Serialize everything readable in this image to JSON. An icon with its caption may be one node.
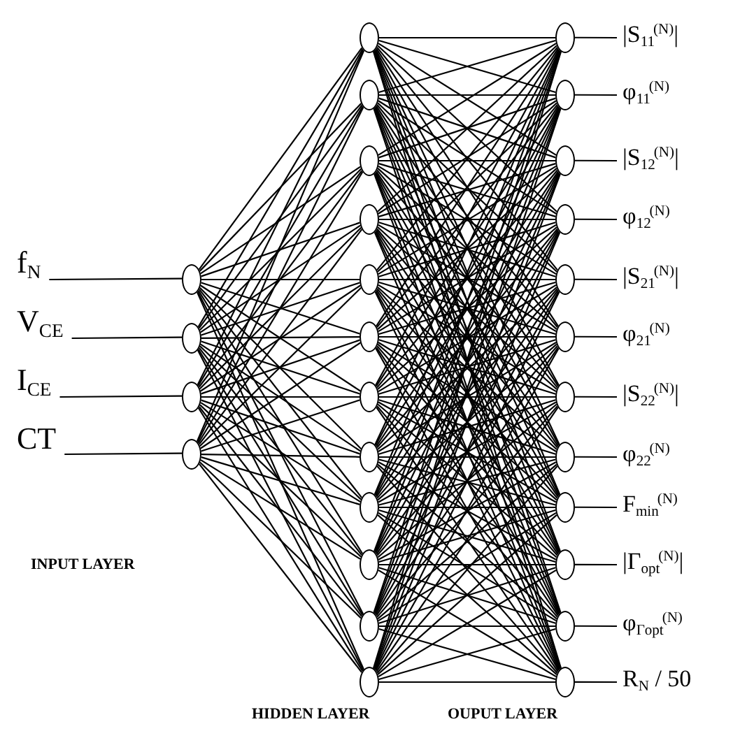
{
  "diagram": {
    "nodes": [
      {
        "text": [
          "f$_{N}$"
        ]
      },
      {
        "text": [
          "V$_{CE}$"
        ]
      },
      {
        "text": [
          "I$_{CE}$"
        ]
      },
      {
        "text": [
          "CT"
        ]
      },
      {
        "text": [],
        "shape": "circle"
      },
      {
        "text": [],
        "shape": "circle"
      },
      {
        "text": [],
        "shape": "circle"
      },
      {
        "text": [],
        "shape": "circle"
      },
      {
        "text": [],
        "shape": "circle"
      },
      {
        "text": [],
        "shape": "circle"
      },
      {
        "text": [],
        "shape": "circle"
      },
      {
        "text": [],
        "shape": "circle"
      },
      {
        "text": [],
        "shape": "circle"
      },
      {
        "text": [],
        "shape": "circle"
      },
      {
        "text": [],
        "shape": "circle"
      },
      {
        "text": [],
        "shape": "circle"
      },
      {
        "text": [],
        "shape": "circle"
      },
      {
        "text": [],
        "shape": "circle"
      },
      {
        "text": [],
        "shape": "circle"
      },
      {
        "text": [],
        "shape": "circle"
      },
      {
        "text": [],
        "shape": "circle"
      },
      {
        "text": [],
        "shape": "circle"
      },
      {
        "text": [],
        "shape": "circle"
      },
      {
        "text": [],
        "shape": "circle"
      },
      {
        "text": [],
        "shape": "circle"
      },
      {
        "text": [],
        "shape": "circle"
      },
      {
        "text": [],
        "shape": "circle"
      },
      {
        "text": [],
        "shape": "circle"
      },
      {
        "text": [],
        "shape": "circle"
      },
      {
        "text": [],
        "shape": "circle"
      },
      {
        "text": [],
        "shape": "circle"
      },
      {
        "text": [],
        "shape": "circle"
      },
      {
        "text": [
          "|S$_{11}$$^{(N)}$|"
        ]
      },
      {
        "text": [
          "φ$_{11}$$^{(N)}$"
        ]
      },
      {
        "text": [
          "|S$_{12}$$^{(N)}$|"
        ]
      },
      {
        "text": [
          "φ$_{12}$$^{(N)}$"
        ]
      },
      {
        "text": [
          "|S$_{21}$$^{(N)}$|"
        ]
      },
      {
        "text": [
          "φ$_{21}$$^{(N)}$"
        ]
      },
      {
        "text": [
          "|S$_{22}$$^{(N)}$|"
        ]
      },
      {
        "text": [
          "φ$_{22}$$^{(N)}$"
        ]
      },
      {
        "text": [
          "F$_{min}$$^{(N)}$"
        ]
      },
      {
        "text": [
          "|Γ$_{opt}$$^{(N)}$|"
        ]
      },
      {
        "text": [
          "φ$_{Γopt}$$^{(N)}$"
        ]
      },
      {
        "text": [
          "R$_{N}$ / 50"
        ]
      }
    ],
    "edges": [
      {
        "from": 0,
        "to": 4,
        "arrow": "none"
      },
      {
        "from": 1,
        "to": 5,
        "arrow": "none"
      },
      {
        "from": 2,
        "to": 6,
        "arrow": "none"
      },
      {
        "from": 3,
        "to": 7,
        "arrow": "none"
      },
      {
        "from": 4,
        "to": 8,
        "arrow": "none"
      },
      {
        "from": 4,
        "to": 9,
        "arrow": "none"
      },
      {
        "from": 4,
        "to": 10,
        "arrow": "none"
      },
      {
        "from": 4,
        "to": 11,
        "arrow": "none"
      },
      {
        "from": 4,
        "to": 12,
        "arrow": "none"
      },
      {
        "from": 4,
        "to": 13,
        "arrow": "none"
      },
      {
        "from": 4,
        "to": 14,
        "arrow": "none"
      },
      {
        "from": 4,
        "to": 15,
        "arrow": "none"
      },
      {
        "from": 4,
        "to": 16,
        "arrow": "none"
      },
      {
        "from": 4,
        "to": 17,
        "arrow": "none"
      },
      {
        "from": 4,
        "to": 18,
        "arrow": "none"
      },
      {
        "from": 4,
        "to": 19,
        "arrow": "none"
      },
      {
        "from": 5,
        "to": 8,
        "arrow": "none"
      },
      {
        "from": 5,
        "to": 9,
        "arrow": "none"
      },
      {
        "from": 5,
        "to": 10,
        "arrow": "none"
      },
      {
        "from": 5,
        "to": 11,
        "arrow": "none"
      },
      {
        "from": 5,
        "to": 12,
        "arrow": "none"
      },
      {
        "from": 5,
        "to": 13,
        "arrow": "none"
      },
      {
        "from": 5,
        "to": 14,
        "arrow": "none"
      },
      {
        "from": 5,
        "to": 15,
        "arrow": "none"
      },
      {
        "from": 5,
        "to": 16,
        "arrow": "none"
      },
      {
        "from": 5,
        "to": 17,
        "arrow": "none"
      },
      {
        "from": 5,
        "to": 18,
        "arrow": "none"
      },
      {
        "from": 5,
        "to": 19,
        "arrow": "none"
      },
      {
        "from": 6,
        "to": 8,
        "arrow": "none"
      },
      {
        "from": 6,
        "to": 9,
        "arrow": "none"
      },
      {
        "from": 6,
        "to": 10,
        "arrow": "none"
      },
      {
        "from": 6,
        "to": 11,
        "arrow": "none"
      },
      {
        "from": 6,
        "to": 12,
        "arrow": "none"
      },
      {
        "from": 6,
        "to": 13,
        "arrow": "none"
      },
      {
        "from": 6,
        "to": 14,
        "arrow": "none"
      },
      {
        "from": 6,
        "to": 15,
        "arrow": "none"
      },
      {
        "from": 6,
        "to": 16,
        "arrow": "none"
      },
      {
        "from": 6,
        "to": 17,
        "arrow": "none"
      },
      {
        "from": 6,
        "to": 18,
        "arrow": "none"
      },
      {
        "from": 6,
        "to": 19,
        "arrow": "none"
      },
      {
        "from": 7,
        "to": 8,
        "arrow": "none"
      },
      {
        "from": 7,
        "to": 9,
        "arrow": "none"
      },
      {
        "from": 7,
        "to": 10,
        "arrow": "none"
      },
      {
        "from": 7,
        "to": 11,
        "arrow": "none"
      },
      {
        "from": 7,
        "to": 12,
        "arrow": "none"
      },
      {
        "from": 7,
        "to": 13,
        "arrow": "none"
      },
      {
        "from": 7,
        "to": 14,
        "arrow": "none"
      },
      {
        "from": 7,
        "to": 15,
        "arrow": "none"
      },
      {
        "from": 7,
        "to": 16,
        "arrow": "none"
      },
      {
        "from": 7,
        "to": 17,
        "arrow": "none"
      },
      {
        "from": 7,
        "to": 18,
        "arrow": "none"
      },
      {
        "from": 7,
        "to": 19,
        "arrow": "none"
      },
      {
        "from": 8,
        "to": 20,
        "arrow": "none"
      },
      {
        "from": 8,
        "to": 21,
        "arrow": "none"
      },
      {
        "from": 8,
        "to": 22,
        "arrow": "none"
      },
      {
        "from": 8,
        "to": 23,
        "arrow": "none"
      },
      {
        "from": 8,
        "to": 24,
        "arrow": "none"
      },
      {
        "from": 8,
        "to": 25,
        "arrow": "none"
      },
      {
        "from": 8,
        "to": 26,
        "arrow": "none"
      },
      {
        "from": 8,
        "to": 27,
        "arrow": "none"
      },
      {
        "from": 8,
        "to": 28,
        "arrow": "none"
      },
      {
        "from": 8,
        "to": 29,
        "arrow": "none"
      },
      {
        "from": 8,
        "to": 30,
        "arrow": "none"
      },
      {
        "from": 8,
        "to": 31,
        "arrow": "none"
      },
      {
        "from": 9,
        "to": 20,
        "arrow": "none"
      },
      {
        "from": 9,
        "to": 21,
        "arrow": "none"
      },
      {
        "from": 9,
        "to": 22,
        "arrow": "none"
      },
      {
        "from": 9,
        "to": 23,
        "arrow": "none"
      },
      {
        "from": 9,
        "to": 24,
        "arrow": "none"
      },
      {
        "from": 9,
        "to": 25,
        "arrow": "none"
      },
      {
        "from": 9,
        "to": 26,
        "arrow": "none"
      },
      {
        "from": 9,
        "to": 27,
        "arrow": "none"
      },
      {
        "from": 9,
        "to": 28,
        "arrow": "none"
      },
      {
        "from": 9,
        "to": 29,
        "arrow": "none"
      },
      {
        "from": 9,
        "to": 30,
        "arrow": "none"
      },
      {
        "from": 9,
        "to": 31,
        "arrow": "none"
      },
      {
        "from": 10,
        "to": 20,
        "arrow": "none"
      },
      {
        "from": 10,
        "to": 21,
        "arrow": "none"
      },
      {
        "from": 10,
        "to": 22,
        "arrow": "none"
      },
      {
        "from": 10,
        "to": 23,
        "arrow": "none"
      },
      {
        "from": 10,
        "to": 24,
        "arrow": "none"
      },
      {
        "from": 10,
        "to": 25,
        "arrow": "none"
      },
      {
        "from": 10,
        "to": 26,
        "arrow": "none"
      },
      {
        "from": 10,
        "to": 27,
        "arrow": "none"
      },
      {
        "from": 10,
        "to": 28,
        "arrow": "none"
      },
      {
        "from": 10,
        "to": 29,
        "arrow": "none"
      },
      {
        "from": 10,
        "to": 30,
        "arrow": "none"
      },
      {
        "from": 10,
        "to": 31,
        "arrow": "none"
      },
      {
        "from": 11,
        "to": 20,
        "arrow": "none"
      },
      {
        "from": 11,
        "to": 21,
        "arrow": "none"
      },
      {
        "from": 11,
        "to": 22,
        "arrow": "none"
      },
      {
        "from": 11,
        "to": 23,
        "arrow": "none"
      },
      {
        "from": 11,
        "to": 24,
        "arrow": "none"
      },
      {
        "from": 11,
        "to": 25,
        "arrow": "none"
      },
      {
        "from": 11,
        "to": 26,
        "arrow": "none"
      },
      {
        "from": 11,
        "to": 27,
        "arrow": "none"
      },
      {
        "from": 11,
        "to": 28,
        "arrow": "none"
      },
      {
        "from": 11,
        "to": 29,
        "arrow": "none"
      },
      {
        "from": 11,
        "to": 30,
        "arrow": "none"
      },
      {
        "from": 11,
        "to": 31,
        "arrow": "none"
      },
      {
        "from": 12,
        "to": 20,
        "arrow": "none"
      },
      {
        "from": 12,
        "to": 21,
        "arrow": "none"
      },
      {
        "from": 12,
        "to": 22,
        "arrow": "none"
      },
      {
        "from": 12,
        "to": 23,
        "arrow": "none"
      },
      {
        "from": 12,
        "to": 24,
        "arrow": "none"
      },
      {
        "from": 12,
        "to": 25,
        "arrow": "none"
      },
      {
        "from": 12,
        "to": 26,
        "arrow": "none"
      },
      {
        "from": 12,
        "to": 27,
        "arrow": "none"
      },
      {
        "from": 12,
        "to": 28,
        "arrow": "none"
      },
      {
        "from": 12,
        "to": 29,
        "arrow": "none"
      },
      {
        "from": 12,
        "to": 30,
        "arrow": "none"
      },
      {
        "from": 12,
        "to": 31,
        "arrow": "none"
      },
      {
        "from": 13,
        "to": 20,
        "arrow": "none"
      },
      {
        "from": 13,
        "to": 21,
        "arrow": "none"
      },
      {
        "from": 13,
        "to": 22,
        "arrow": "none"
      },
      {
        "from": 13,
        "to": 23,
        "arrow": "none"
      },
      {
        "from": 13,
        "to": 24,
        "arrow": "none"
      },
      {
        "from": 13,
        "to": 25,
        "arrow": "none"
      },
      {
        "from": 13,
        "to": 26,
        "arrow": "none"
      },
      {
        "from": 13,
        "to": 27,
        "arrow": "none"
      },
      {
        "from": 13,
        "to": 28,
        "arrow": "none"
      },
      {
        "from": 13,
        "to": 29,
        "arrow": "none"
      },
      {
        "from": 13,
        "to": 30,
        "arrow": "none"
      },
      {
        "from": 13,
        "to": 31,
        "arrow": "none"
      },
      {
        "from": 14,
        "to": 20,
        "arrow": "none"
      },
      {
        "from": 14,
        "to": 21,
        "arrow": "none"
      },
      {
        "from": 14,
        "to": 22,
        "arrow": "none"
      },
      {
        "from": 14,
        "to": 23,
        "arrow": "none"
      },
      {
        "from": 14,
        "to": 24,
        "arrow": "none"
      },
      {
        "from": 14,
        "to": 25,
        "arrow": "none"
      },
      {
        "from": 14,
        "to": 26,
        "arrow": "none"
      },
      {
        "from": 14,
        "to": 27,
        "arrow": "none"
      },
      {
        "from": 14,
        "to": 28,
        "arrow": "none"
      },
      {
        "from": 14,
        "to": 29,
        "arrow": "none"
      },
      {
        "from": 14,
        "to": 30,
        "arrow": "none"
      },
      {
        "from": 14,
        "to": 31,
        "arrow": "none"
      },
      {
        "from": 15,
        "to": 20,
        "arrow": "none"
      },
      {
        "from": 15,
        "to": 21,
        "arrow": "none"
      },
      {
        "from": 15,
        "to": 22,
        "arrow": "none"
      },
      {
        "from": 15,
        "to": 23,
        "arrow": "none"
      },
      {
        "from": 15,
        "to": 24,
        "arrow": "none"
      },
      {
        "from": 15,
        "to": 25,
        "arrow": "none"
      },
      {
        "from": 15,
        "to": 26,
        "arrow": "none"
      },
      {
        "from": 15,
        "to": 27,
        "arrow": "none"
      },
      {
        "from": 15,
        "to": 28,
        "arrow": "none"
      },
      {
        "from": 15,
        "to": 29,
        "arrow": "none"
      },
      {
        "from": 15,
        "to": 30,
        "arrow": "none"
      },
      {
        "from": 15,
        "to": 31,
        "arrow": "none"
      },
      {
        "from": 16,
        "to": 20,
        "arrow": "none"
      },
      {
        "from": 16,
        "to": 21,
        "arrow": "none"
      },
      {
        "from": 16,
        "to": 22,
        "arrow": "none"
      },
      {
        "from": 16,
        "to": 23,
        "arrow": "none"
      },
      {
        "from": 16,
        "to": 24,
        "arrow": "none"
      },
      {
        "from": 16,
        "to": 25,
        "arrow": "none"
      },
      {
        "from": 16,
        "to": 26,
        "arrow": "none"
      },
      {
        "from": 16,
        "to": 27,
        "arrow": "none"
      },
      {
        "from": 16,
        "to": 28,
        "arrow": "none"
      },
      {
        "from": 16,
        "to": 29,
        "arrow": "none"
      },
      {
        "from": 16,
        "to": 30,
        "arrow": "none"
      },
      {
        "from": 16,
        "to": 31,
        "arrow": "none"
      },
      {
        "from": 17,
        "to": 20,
        "arrow": "none"
      },
      {
        "from": 17,
        "to": 21,
        "arrow": "none"
      },
      {
        "from": 17,
        "to": 22,
        "arrow": "none"
      },
      {
        "from": 17,
        "to": 23,
        "arrow": "none"
      },
      {
        "from": 17,
        "to": 24,
        "arrow": "none"
      },
      {
        "from": 17,
        "to": 25,
        "arrow": "none"
      },
      {
        "from": 17,
        "to": 26,
        "arrow": "none"
      },
      {
        "from": 17,
        "to": 27,
        "arrow": "none"
      },
      {
        "from": 17,
        "to": 28,
        "arrow": "none"
      },
      {
        "from": 17,
        "to": 29,
        "arrow": "none"
      },
      {
        "from": 17,
        "to": 30,
        "arrow": "none"
      },
      {
        "from": 17,
        "to": 31,
        "arrow": "none"
      },
      {
        "from": 18,
        "to": 20,
        "arrow": "none"
      },
      {
        "from": 18,
        "to": 21,
        "arrow": "none"
      },
      {
        "from": 18,
        "to": 22,
        "arrow": "none"
      },
      {
        "from": 18,
        "to": 23,
        "arrow": "none"
      },
      {
        "from": 18,
        "to": 24,
        "arrow": "none"
      },
      {
        "from": 18,
        "to": 25,
        "arrow": "none"
      },
      {
        "from": 18,
        "to": 26,
        "arrow": "none"
      },
      {
        "from": 18,
        "to": 27,
        "arrow": "none"
      },
      {
        "from": 18,
        "to": 28,
        "arrow": "none"
      },
      {
        "from": 18,
        "to": 29,
        "arrow": "none"
      },
      {
        "from": 18,
        "to": 30,
        "arrow": "none"
      },
      {
        "from": 18,
        "to": 31,
        "arrow": "none"
      },
      {
        "from": 19,
        "to": 20,
        "arrow": "none"
      },
      {
        "from": 19,
        "to": 21,
        "arrow": "none"
      },
      {
        "from": 19,
        "to": 22,
        "arrow": "none"
      },
      {
        "from": 19,
        "to": 23,
        "arrow": "none"
      },
      {
        "from": 19,
        "to": 24,
        "arrow": "none"
      },
      {
        "from": 19,
        "to": 25,
        "arrow": "none"
      },
      {
        "from": 19,
        "to": 26,
        "arrow": "none"
      },
      {
        "from": 19,
        "to": 27,
        "arrow": "none"
      },
      {
        "from": 19,
        "to": 28,
        "arrow": "none"
      },
      {
        "from": 19,
        "to": 29,
        "arrow": "none"
      },
      {
        "from": 19,
        "to": 30,
        "arrow": "none"
      },
      {
        "from": 19,
        "to": 31,
        "arrow": "none"
      },
      {
        "from": 20,
        "to": 32,
        "arrow": "none"
      },
      {
        "from": 21,
        "to": 33,
        "arrow": "none"
      },
      {
        "from": 22,
        "to": 34,
        "arrow": "none"
      },
      {
        "from": 23,
        "to": 35,
        "arrow": "none"
      },
      {
        "from": 24,
        "to": 36,
        "arrow": "none"
      },
      {
        "from": 25,
        "to": 37,
        "arrow": "none"
      },
      {
        "from": 26,
        "to": 38,
        "arrow": "none"
      },
      {
        "from": 27,
        "to": 39,
        "arrow": "none"
      },
      {
        "from": 28,
        "to": 40,
        "arrow": "none"
      },
      {
        "from": 29,
        "to": 41,
        "arrow": "none"
      },
      {
        "from": 30,
        "to": 42,
        "arrow": "none"
      },
      {
        "from": 31,
        "to": 43,
        "arrow": "none"
      }
    ],
    "labels": [
      "INPUT LAYER",
      "HIDDEN LAYER",
      "OUPUT LAYER"
    ]
  }
}
